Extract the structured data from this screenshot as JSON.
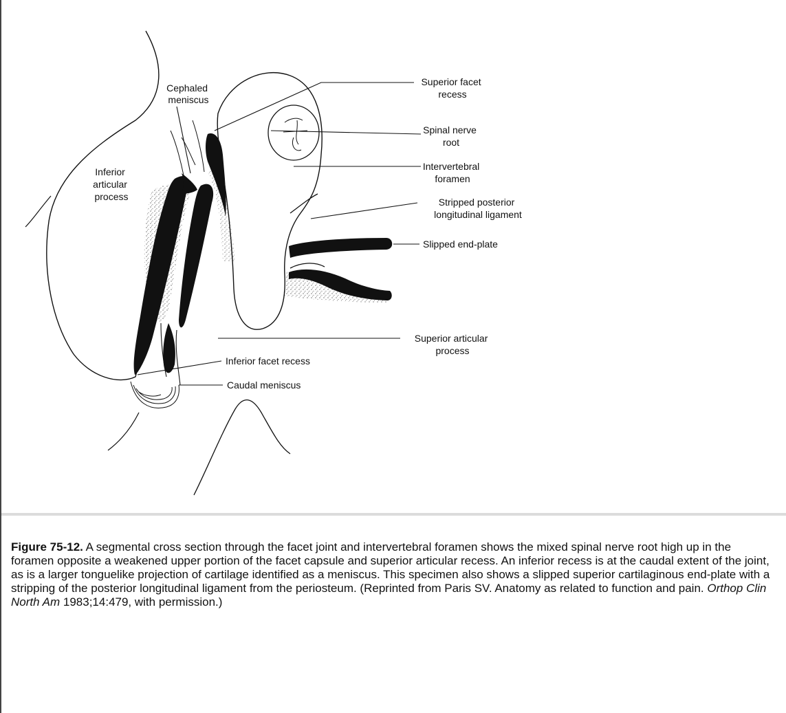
{
  "diagram": {
    "labels": {
      "cephaled_meniscus": [
        "Cephaled",
        "meniscus"
      ],
      "inferior_articular_process": [
        "Inferior",
        "articular",
        "process"
      ],
      "superior_facet_recess": [
        "Superior facet",
        "recess"
      ],
      "spinal_nerve_root": [
        "Spinal nerve",
        "root"
      ],
      "intervertebral_foramen": [
        "Intervertebral",
        "foramen"
      ],
      "stripped_ligament": [
        "Stripped posterior",
        "longitudinal ligament"
      ],
      "slipped_end_plate": [
        "Slipped end-plate"
      ],
      "superior_articular_process": [
        "Superior articular",
        "process"
      ],
      "inferior_facet_recess": [
        "Inferior facet recess"
      ],
      "caudal_meniscus": [
        "Caudal meniscus"
      ]
    }
  },
  "caption": {
    "figure_label": "Figure 75-12.",
    "text": " A segmental cross section through the facet joint and intervertebral foramen shows the mixed spinal nerve root high up in the foramen opposite a weakened upper portion of the facet capsule and superior articular recess. An inferior recess is at the caudal extent of the joint, as is a larger tonguelike projection of cartilage identified as a meniscus. This specimen also shows a slipped superior cartilaginous end-plate with a stripping of the posterior longitudinal ligament from the periosteum. (Reprinted from Paris SV. Anatomy as related to function and pain. ",
    "journal": "Orthop Clin North Am",
    "citation": " 1983;14:479, with permission.)"
  }
}
